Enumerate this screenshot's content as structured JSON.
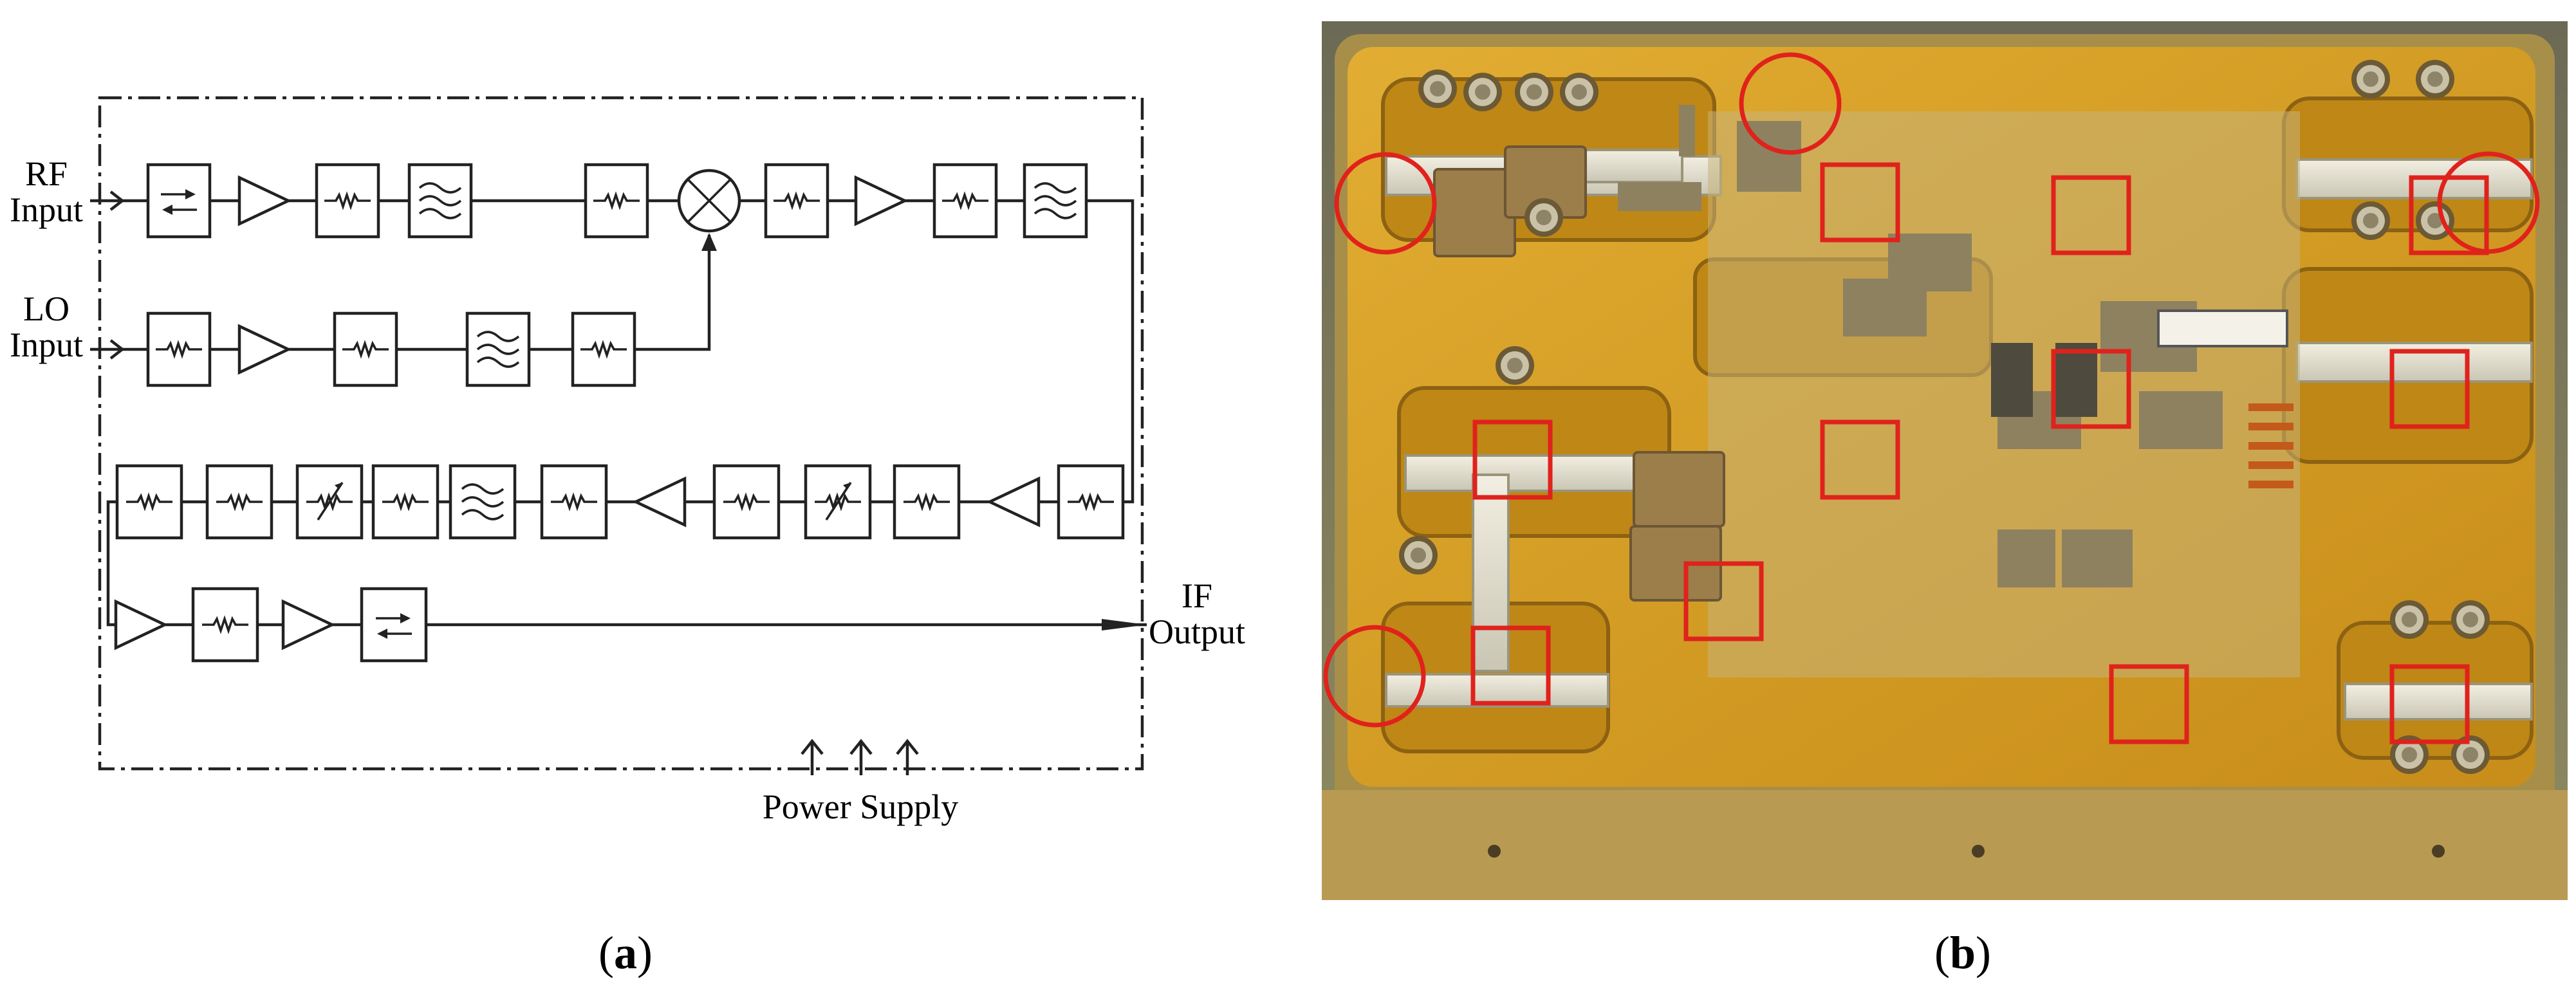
{
  "panel_a": {
    "caption_open": "(",
    "caption_letter": "a",
    "caption_close": ")",
    "labels": {
      "rf_line1": "RF",
      "rf_line2": "Input",
      "lo_line1": "LO",
      "lo_line2": "Input",
      "if_line1": "IF",
      "if_line2": "Output",
      "power_supply": "Power Supply"
    }
  },
  "panel_b": {
    "caption_open": "(",
    "caption_letter": "b",
    "caption_close": ")",
    "colors": {
      "housing": "#d4a02a",
      "highlight": "#e0221c"
    }
  }
}
